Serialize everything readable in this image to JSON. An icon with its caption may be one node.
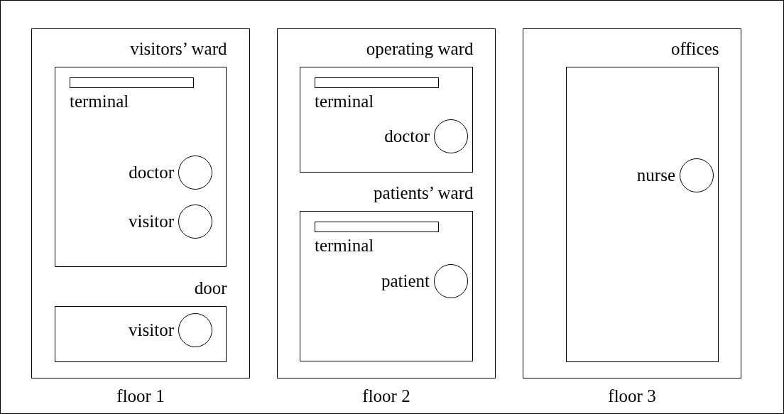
{
  "diagram": {
    "nodes": [
      {
        "text": [
          "floor 1"
        ]
      },
      {
        "text": [
          "visitors’ ward"
        ],
        "in": 0
      },
      {
        "text": [
          "terminal"
        ],
        "in": 1
      },
      {
        "text": [
          "doctor"
        ],
        "in": 1
      },
      {
        "text": [
          "visitor"
        ],
        "in": 1
      },
      {
        "text": [
          "door"
        ],
        "in": 0
      },
      {
        "text": [
          "visitor"
        ],
        "in": 5
      },
      {
        "text": [
          "floor 2"
        ]
      },
      {
        "text": [
          "operating ward"
        ],
        "in": 7
      },
      {
        "text": [
          "terminal"
        ],
        "in": 8
      },
      {
        "text": [
          "doctor"
        ],
        "in": 8
      },
      {
        "text": [
          "patients’ ward"
        ],
        "in": 7
      },
      {
        "text": [
          "terminal"
        ],
        "in": 11
      },
      {
        "text": [
          "patient"
        ],
        "in": 11
      },
      {
        "text": [
          "floor 3"
        ]
      },
      {
        "text": [
          "offices"
        ],
        "in": 14
      },
      {
        "text": [
          "nurse"
        ],
        "in": 15
      }
    ]
  }
}
